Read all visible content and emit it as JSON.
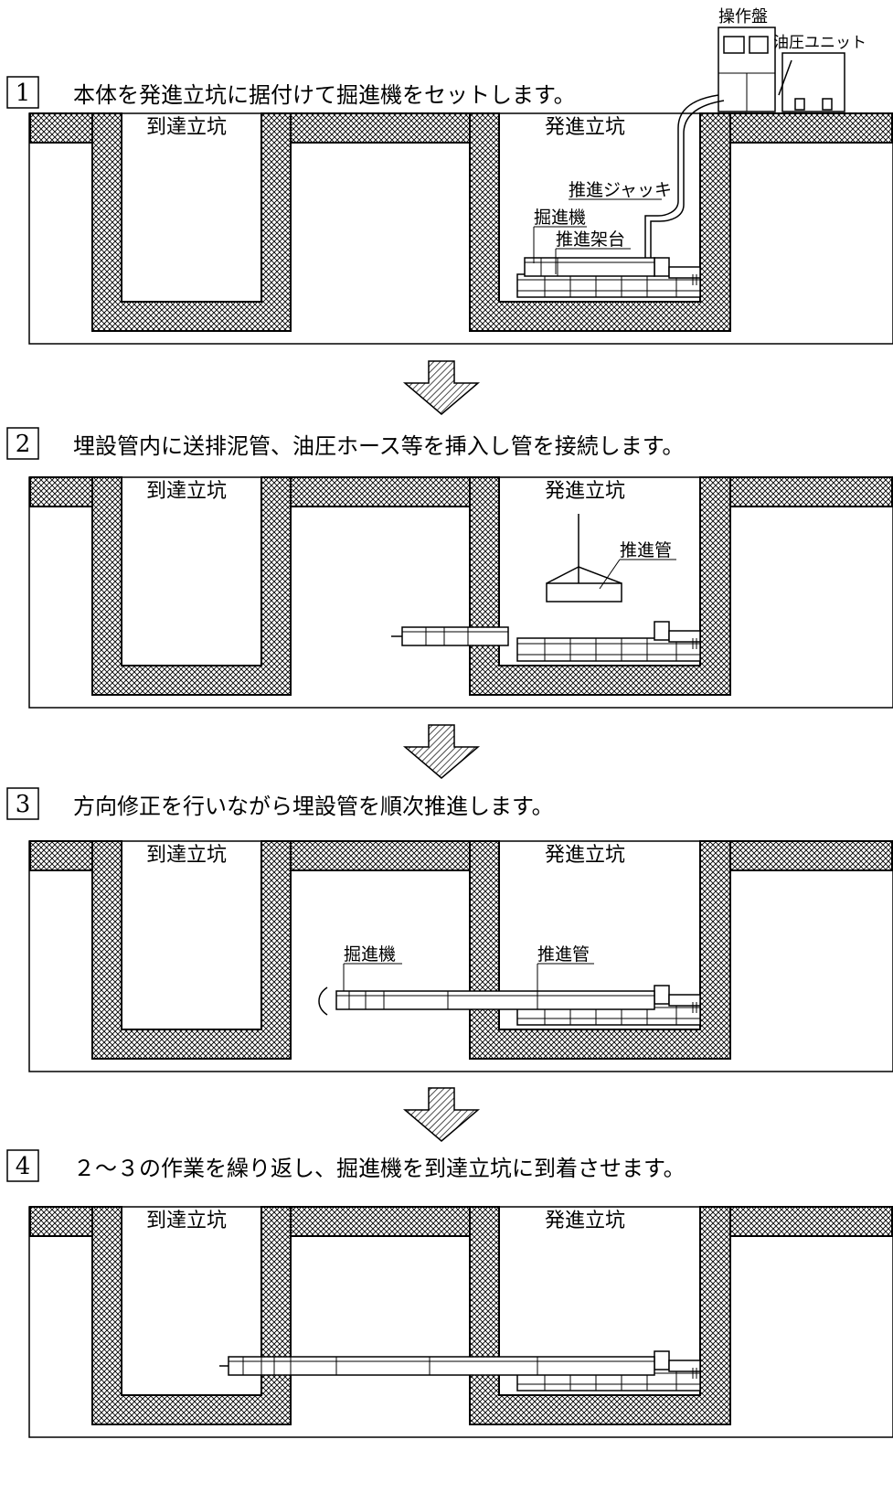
{
  "colors": {
    "ink": "#000000",
    "background": "#ffffff"
  },
  "equipment": {
    "control_panel": "操作盤",
    "hydraulic_unit": "油圧ユニット"
  },
  "steps": [
    {
      "number": "1",
      "text": "本体を発進立坑に据付けて掘進機をセットします。",
      "arrival_shaft": "到達立坑",
      "launch_shaft": "発進立坑",
      "labels": [
        "推進ジャッキ",
        "掘進機",
        "推進架台"
      ]
    },
    {
      "number": "2",
      "text": "埋設管内に送排泥管、油圧ホース等を挿入し管を接続します。",
      "arrival_shaft": "到達立坑",
      "launch_shaft": "発進立坑",
      "labels": [
        "推進管"
      ]
    },
    {
      "number": "3",
      "text": "方向修正を行いながら埋設管を順次推進します。",
      "arrival_shaft": "到達立坑",
      "launch_shaft": "発進立坑",
      "labels": [
        "掘進機",
        "推進管"
      ]
    },
    {
      "number": "4",
      "text": "２～３の作業を繰り返し、掘進機を到達立坑に到着させます。",
      "arrival_shaft": "到達立坑",
      "launch_shaft": "発進立坑",
      "labels": []
    }
  ],
  "arrow_icon": "hatched-down-arrow-icon"
}
